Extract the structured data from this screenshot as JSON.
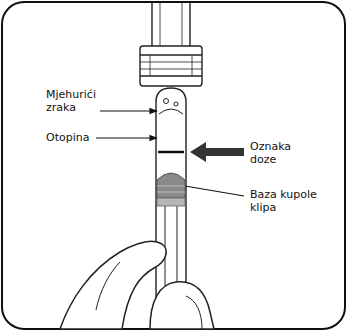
{
  "diagram": {
    "labels": [
      "Mjehurići zraka",
      "Otopina",
      "Oznaka doze",
      "Baza kupole klipa"
    ]
  }
}
